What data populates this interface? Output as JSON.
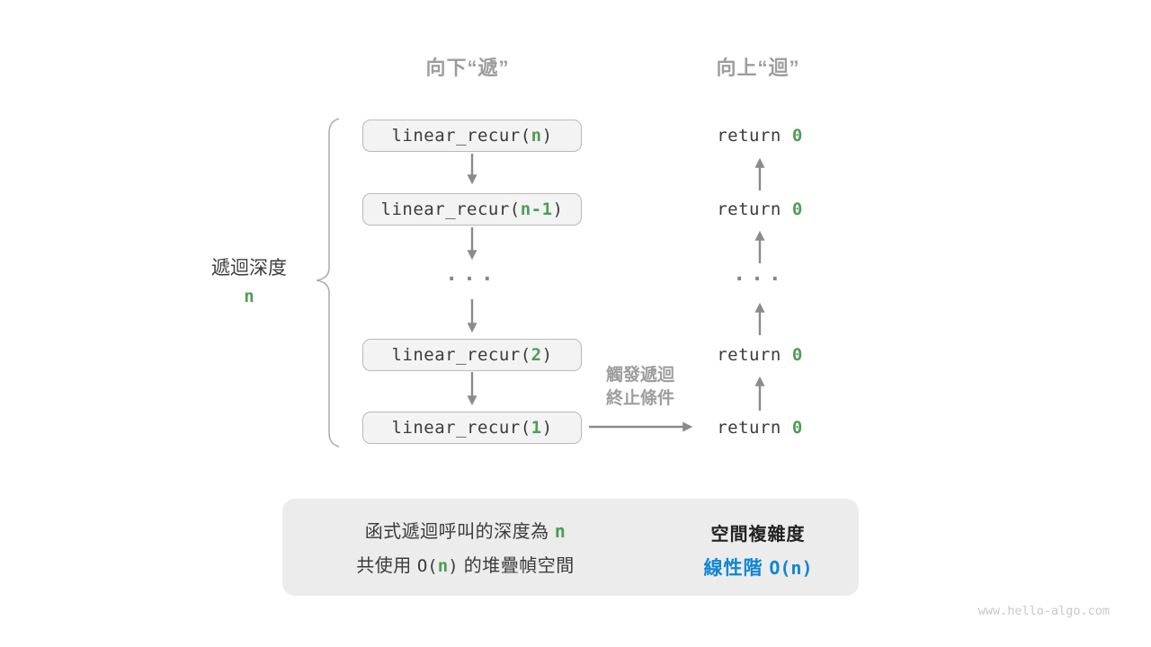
{
  "colors": {
    "green": "#4e9d53",
    "blue": "#0f86d2",
    "gray_label": "#9d9d9d",
    "dark_text": "#3b3b3b",
    "arrow": "#8b8b8b",
    "box_fill": "#f3f3f3",
    "box_border": "#b9b9b9",
    "panel_fill": "#ececec"
  },
  "headers": {
    "down": "向下“遞”",
    "up": "向上“迴”"
  },
  "left_label": {
    "title": "遞迴深度",
    "value": "n"
  },
  "calls": [
    {
      "pre": "linear_recur(",
      "arg": "n",
      "post": ")"
    },
    {
      "pre": "linear_recur(",
      "arg": "n-1",
      "post": ")"
    },
    {
      "pre": "linear_recur(",
      "arg": "2",
      "post": ")"
    },
    {
      "pre": "linear_recur(",
      "arg": "1",
      "post": ")"
    }
  ],
  "ellipsis": "...",
  "returns": [
    {
      "pre": "return ",
      "val": "0"
    },
    {
      "pre": "return ",
      "val": "0"
    },
    {
      "pre": "return ",
      "val": "0"
    },
    {
      "pre": "return ",
      "val": "0"
    }
  ],
  "base_case_label": {
    "line1": "觸發遞迴",
    "line2": "終止條件"
  },
  "summary": {
    "line1_pre": "函式遞迴呼叫的深度為 ",
    "line1_arg": "n",
    "line2_pre": "共使用 ",
    "line2_code_open": "O(",
    "line2_code_arg": "n",
    "line2_code_close": ")",
    "line2_post": " 的堆疊幀空間",
    "result_title": "空間複雜度",
    "result_pre": "線性階 ",
    "result_code": "O(n)"
  },
  "watermark": "www.hello-algo.com"
}
